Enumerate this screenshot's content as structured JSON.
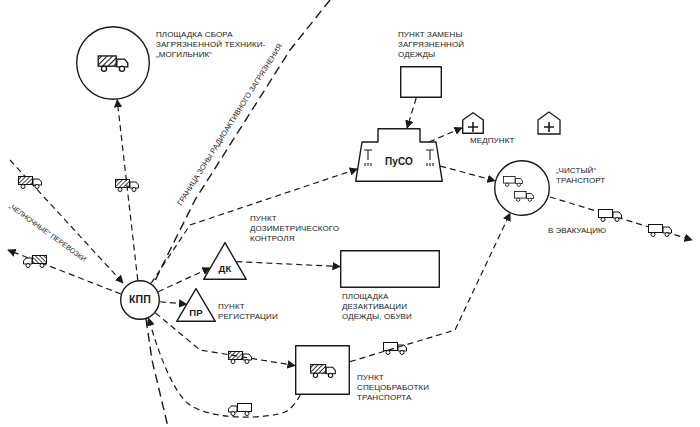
{
  "diagram": {
    "nodes": [
      {
        "text": [
          "ПЛОЩАДКА СБОРА ЗАГРЯЗНЕННОЙ ТЕХНИКИ-„МОГИЛЬНИК“"
        ]
      },
      {
        "text": [
          "ПУНКТ ЗАМЕНЫ ЗАГРЯЗНЕННОЙ ОДЕЖДЫ"
        ]
      },
      {
        "text": [
          "МЕДПУНКТ"
        ]
      },
      {
        "text": [
          "ПуСО"
        ]
      },
      {
        "text": [
          "КПП"
        ]
      },
      {
        "text": [
          "ДК",
          "ПУНКТ ДОЗИМЕТРИЧЕСКОГО КОНТРОЛЯ"
        ]
      },
      {
        "text": [
          "ПР",
          "ПУНКТ РЕГИСТРАЦИИ"
        ]
      },
      {
        "text": [
          "ПЛОЩАДКА ДЕЗАКТИВАЦИИ ОДЕЖДЫ, ОБУВИ"
        ]
      },
      {
        "text": [
          "ПУНКТ СПЕЦОБРАБОТКИ ТРАНСПОРТА"
        ]
      },
      {
        "text": [
          "„ЧИСТЫЙ“ ТРАНСПОРТ"
        ]
      }
    ],
    "edges": [
      {
        "from": 4,
        "to": 0,
        "arrow": "to"
      },
      {
        "from": 4,
        "to": 5,
        "arrow": "to"
      },
      {
        "from": 4,
        "to": 6,
        "arrow": "to"
      },
      {
        "from": 4,
        "to": 3,
        "arrow": "to"
      },
      {
        "from": 5,
        "to": 7,
        "arrow": "to"
      },
      {
        "from": 1,
        "to": 3,
        "arrow": "to"
      },
      {
        "from": 3,
        "to": 2,
        "arrow": "to"
      },
      {
        "from": 3,
        "to": 9,
        "arrow": "to"
      },
      {
        "from": 4,
        "to": 8,
        "arrow": "to"
      },
      {
        "from": 8,
        "to": 4,
        "arrow": "to"
      },
      {
        "from": 8,
        "to": 9,
        "arrow": "to"
      }
    ],
    "labels": [
      "ГРАНИЦА ЗОНЫ РАДИОАКТИВНОГО ЗАГРЯЗНЕНИЯ",
      "„ЧЕЛНОЧНЫЕ“ ПЕРЕВОЗКИ",
      "В ЭВАКУАЦИЮ"
    ]
  }
}
